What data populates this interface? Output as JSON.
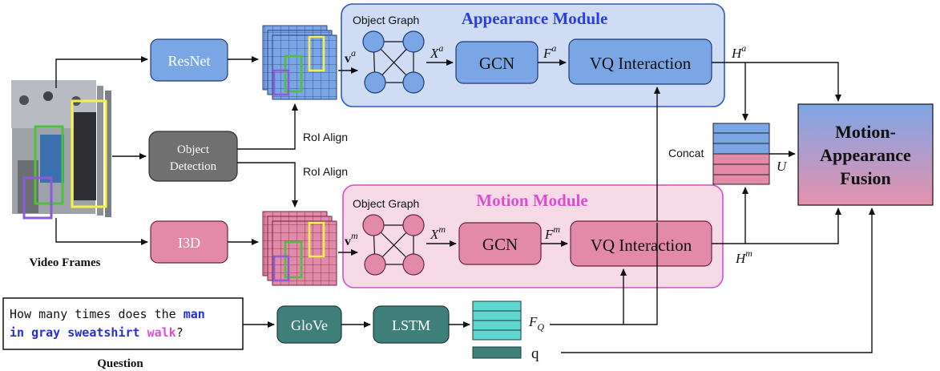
{
  "modules": {
    "appearance": {
      "title": "Appearance Module",
      "graph_label": "Object Graph",
      "color": "#2b3fe0"
    },
    "motion": {
      "title": "Motion Module",
      "graph_label": "Object Graph",
      "color": "#d94fd0"
    }
  },
  "blocks": {
    "resnet": "ResNet",
    "object_detection_line1": "Object",
    "object_detection_line2": "Detection",
    "i3d": "I3D",
    "gcn_a": "GCN",
    "gcn_m": "GCN",
    "vq_a": "VQ Interaction",
    "vq_m": "VQ Interaction",
    "glove": "GloVe",
    "lstm": "LSTM",
    "fusion_line1": "Motion-",
    "fusion_line2": "Appearance",
    "fusion_line3": "Fusion"
  },
  "labels": {
    "roi_align_1": "RoI Align",
    "roi_align_2": "RoI Align",
    "concat": "Concat",
    "video_frames": "Video Frames",
    "question_caption": "Question",
    "q": "q"
  },
  "math": {
    "va_base": "v",
    "va_sup": "a",
    "xa_base": "X",
    "xa_sup": "a",
    "fa_base": "F",
    "fa_sup": "a",
    "ha_base": "H",
    "ha_sup": "a",
    "vm_base": "v",
    "vm_sup": "m",
    "xm_base": "X",
    "xm_sup": "m",
    "fm_base": "F",
    "fm_sup": "m",
    "hm_base": "H",
    "hm_sup": "m",
    "u": "U",
    "fq_base": "F",
    "fq_sub": "Q"
  },
  "question": {
    "line1_plain": "How many times does the ",
    "line1_highlight": "man",
    "line2_highlight1": "in gray sweatshirt",
    "line2_plain1": " ",
    "line2_highlight2": "walk",
    "line2_plain2": "?"
  },
  "colors": {
    "blue_block": "#7aa6e6",
    "pink_block": "#e38aa8",
    "teal_block": "#3f7f7a",
    "gray_block": "#707070",
    "teal_feature": "#5fd6cf",
    "question_blue": "#2330d6",
    "question_pink": "#d94fd0"
  }
}
